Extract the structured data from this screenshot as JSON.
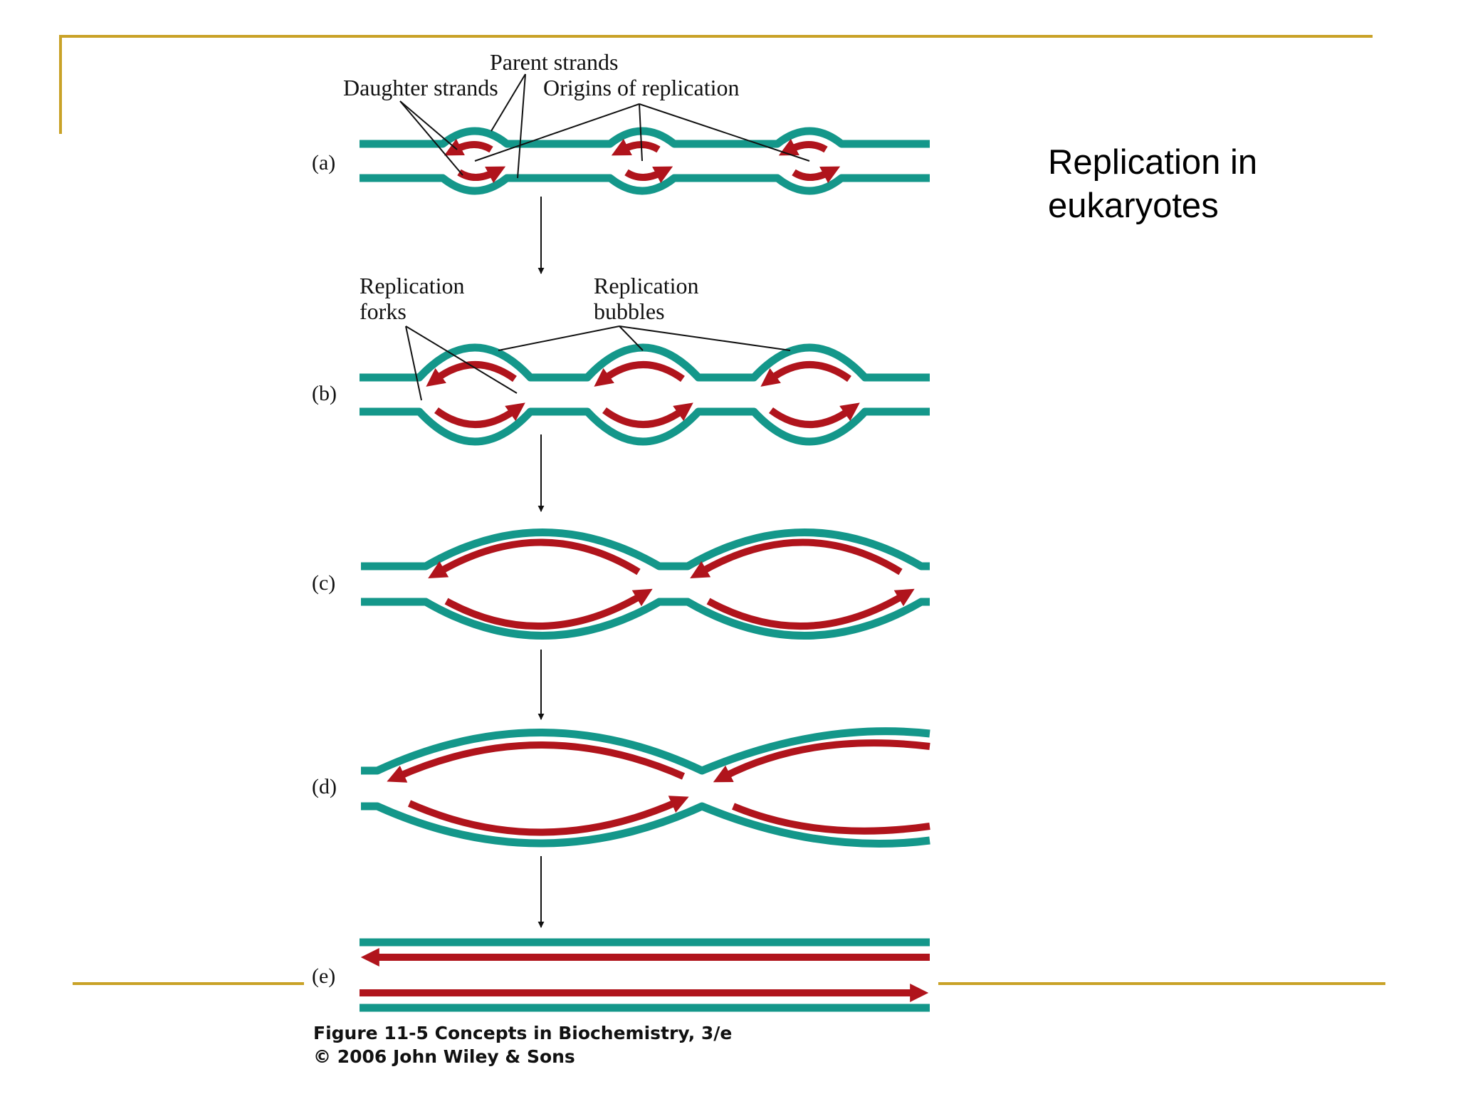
{
  "slide": {
    "title_line1": "Replication in",
    "title_line2": "eukaryotes"
  },
  "figure": {
    "labels": {
      "parent_strands": "Parent strands",
      "daughter_strands": "Daughter strands",
      "origins_of_replication": "Origins of replication",
      "replication_forks_1": "Replication",
      "replication_forks_2": "forks",
      "replication_bubbles_1": "Replication",
      "replication_bubbles_2": "bubbles"
    },
    "panels": [
      "(a)",
      "(b)",
      "(c)",
      "(d)",
      "(e)"
    ],
    "caption_line1": "Figure 11-5  Concepts in Biochemistry, 3/e",
    "caption_line2": "© 2006 John Wiley & Sons"
  },
  "colors": {
    "accent_gold": "#c9a227",
    "parent_strand": "#14978a",
    "daughter_strand": "#b0141c"
  }
}
